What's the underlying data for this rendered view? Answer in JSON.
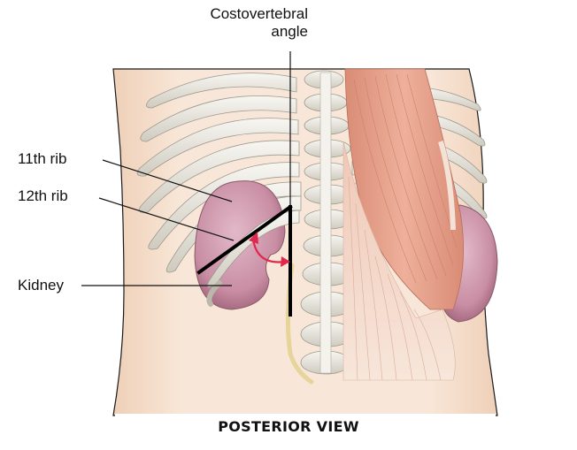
{
  "labels": {
    "costovertebral_line1": "Costovertebral",
    "costovertebral_line2": "angle",
    "rib11": "11th rib",
    "rib12": "12th rib",
    "kidney": "Kidney"
  },
  "caption": "POSTERIOR VIEW",
  "colors": {
    "skin": "#f6e1cf",
    "skin_outline": "#1a1a1a",
    "rib": "#e9e7df",
    "rib_shadow": "#b9b5aa",
    "kidney": "#c98ea4",
    "muscle": "#e2a48e",
    "tendon": "#f1ddd0",
    "angle_lines": "#000000",
    "arc_arrow": "#e0284f",
    "nerve": "#e6d49a"
  }
}
